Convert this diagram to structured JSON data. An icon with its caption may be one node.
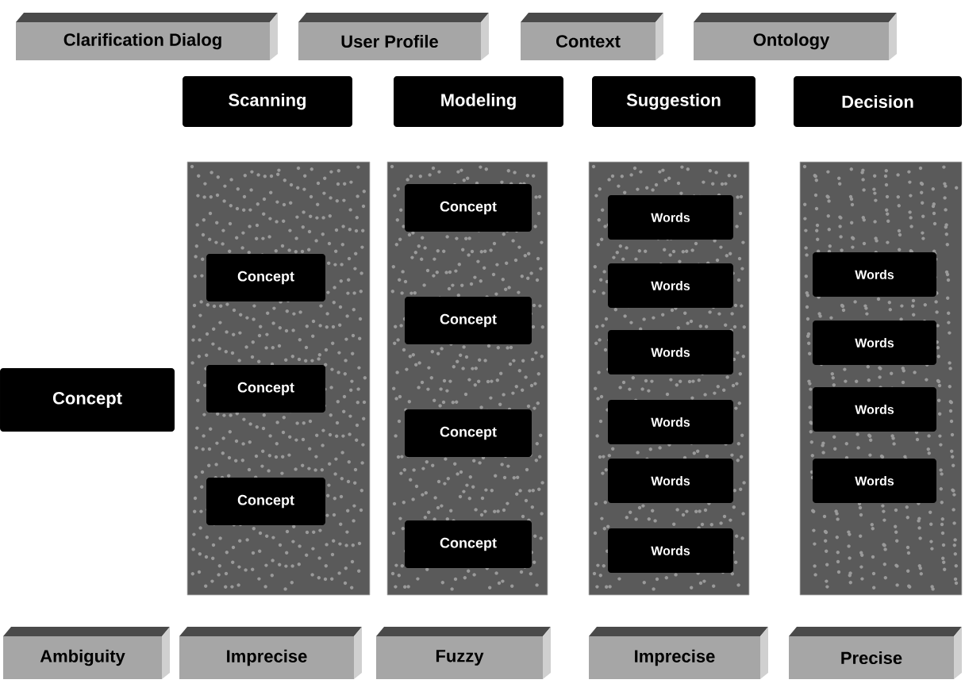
{
  "diagram": {
    "nodes": [
      {
        "text": [
          "Clarification Dialog"
        ]
      },
      {
        "text": [
          "User Profile"
        ]
      },
      {
        "text": [
          "Context"
        ]
      },
      {
        "text": [
          "Ontology"
        ]
      },
      {
        "text": [
          "Scanning"
        ]
      },
      {
        "text": [
          "Modeling"
        ]
      },
      {
        "text": [
          "Suggestion"
        ]
      },
      {
        "text": [
          "Decision"
        ]
      },
      {
        "text": [
          "Concept"
        ]
      },
      {
        "text": [],
        "shape": "box"
      },
      {
        "text": [
          "Concept"
        ],
        "in": 9
      },
      {
        "text": [
          "Concept"
        ],
        "in": 9
      },
      {
        "text": [
          "Concept"
        ],
        "in": 9
      },
      {
        "text": [],
        "shape": "box"
      },
      {
        "text": [
          "Concept"
        ],
        "in": 13
      },
      {
        "text": [
          "Concept"
        ],
        "in": 13
      },
      {
        "text": [
          "Concept"
        ],
        "in": 13
      },
      {
        "text": [
          "Concept"
        ],
        "in": 13
      },
      {
        "text": [],
        "shape": "box"
      },
      {
        "text": [
          "Words"
        ],
        "in": 18
      },
      {
        "text": [
          "Words"
        ],
        "in": 18
      },
      {
        "text": [
          "Words"
        ],
        "in": 18
      },
      {
        "text": [
          "Words"
        ],
        "in": 18
      },
      {
        "text": [
          "Words"
        ],
        "in": 18
      },
      {
        "text": [
          "Words"
        ],
        "in": 18
      },
      {
        "text": [],
        "shape": "box"
      },
      {
        "text": [
          "Words"
        ],
        "in": 25
      },
      {
        "text": [
          "Words"
        ],
        "in": 25
      },
      {
        "text": [
          "Words"
        ],
        "in": 25
      },
      {
        "text": [
          "Words"
        ],
        "in": 25
      },
      {
        "text": [
          "Ambiguity"
        ]
      },
      {
        "text": [
          "Imprecise"
        ]
      },
      {
        "text": [
          "Fuzzy"
        ]
      },
      {
        "text": [
          "Imprecise"
        ]
      },
      {
        "text": [
          "Precise"
        ]
      }
    ]
  }
}
